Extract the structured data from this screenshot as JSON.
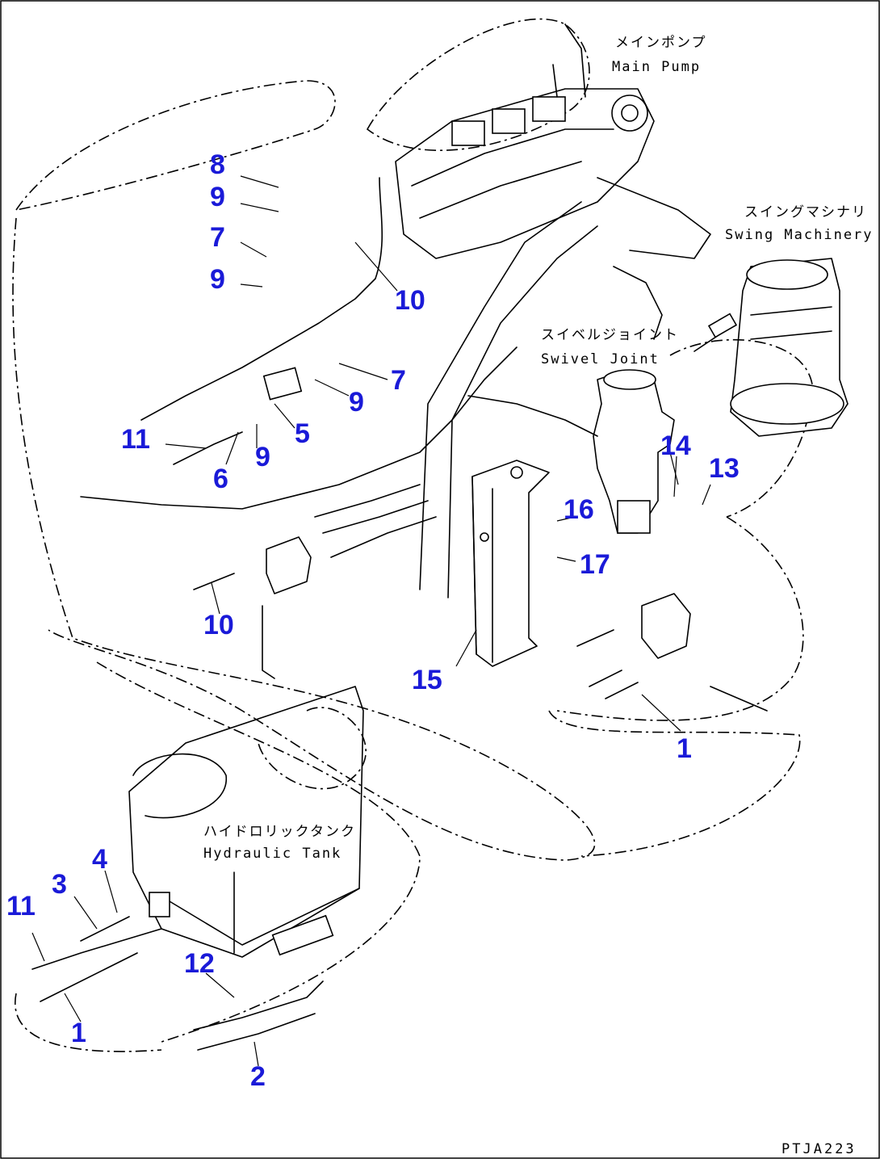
{
  "components": {
    "main_pump": {
      "jp": "メインポンプ",
      "en": "Main Pump"
    },
    "swing_machinery": {
      "jp": "スイングマシナリ",
      "en": "Swing Machinery"
    },
    "swivel_joint": {
      "jp": "スイベルジョイント",
      "en": "Swivel Joint"
    },
    "hydraulic_tank": {
      "jp": "ハイドロリックタンク",
      "en": "Hydraulic Tank"
    }
  },
  "callouts": [
    "1",
    "1",
    "1",
    "2",
    "3",
    "4",
    "5",
    "6",
    "7",
    "7",
    "8",
    "9",
    "9",
    "9",
    "9",
    "10",
    "10",
    "11",
    "11",
    "12",
    "13",
    "14",
    "15",
    "16",
    "17"
  ],
  "reference_code": "PTJA223",
  "colors": {
    "callout": "#1a1ad8",
    "line": "#000000",
    "background": "#ffffff"
  }
}
